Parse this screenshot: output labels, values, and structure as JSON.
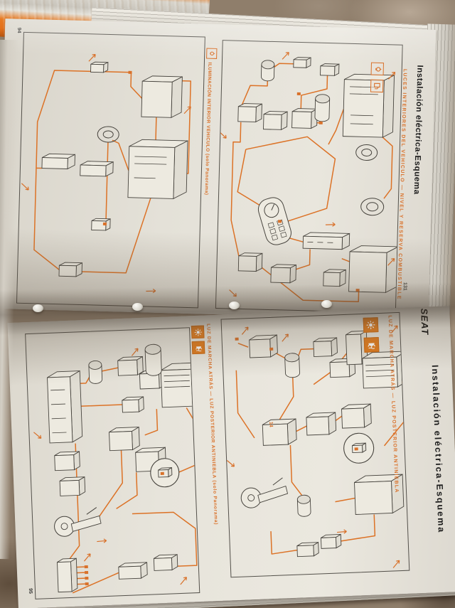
{
  "scene": {
    "description_labels": {
      "object": "open SEAT workshop manual on tiled floor",
      "orientation": "pages rotated 90 degrees counter-clockwise"
    },
    "colors": {
      "accent_orange": "#d9712a",
      "wire_orange": "#dc7226",
      "diagram_line": "#46433d",
      "page_background": "#e5e2d9",
      "cover_orange": "#e06818",
      "floor_brown": "#8f7e6b",
      "title_black": "#1b1b1b"
    }
  },
  "top_page": {
    "page_number": "94",
    "fold_number": "131",
    "edge_title": "Instalación eléctrica-Esquema",
    "panels": [
      {
        "id": "interior-lighting",
        "header": "ILUMINACIÓN INTERIOR VEHICULO (solo Panorama)",
        "icons": [
          {
            "name": "interior-light-icon",
            "style": "outline"
          }
        ]
      },
      {
        "id": "interior-lights-fuel-level",
        "header": "LUCES INTERIORES DEL VEHICULO — NIVEL Y RESERVA COMBUSTIBLE",
        "icons": [
          {
            "name": "interior-light-icon",
            "style": "outline"
          },
          {
            "name": "fuel-gauge-icon",
            "style": "outline"
          }
        ]
      }
    ]
  },
  "bottom_page": {
    "page_number": "95",
    "brand": "SEAT",
    "edge_title": "Instalación eléctrica-Esquema",
    "panels": [
      {
        "id": "reverse-fog-panorama",
        "header": "LUZ DE MARCHA ATRÁS — LUZ POSTERIOR ANTINIEBLA (solo Panorama)",
        "icons": [
          {
            "name": "reverse-light-icon",
            "style": "filled"
          },
          {
            "name": "rear-fog-light-icon",
            "style": "filled"
          }
        ]
      },
      {
        "id": "reverse-fog",
        "header": "LUZ DE MARCHA ATRÁS — LUZ POSTERIOR ANTINIEBLA",
        "component_label": "14",
        "icons": [
          {
            "name": "reverse-light-icon",
            "style": "filled"
          },
          {
            "name": "rear-fog-light-icon",
            "style": "filled"
          }
        ]
      }
    ]
  }
}
